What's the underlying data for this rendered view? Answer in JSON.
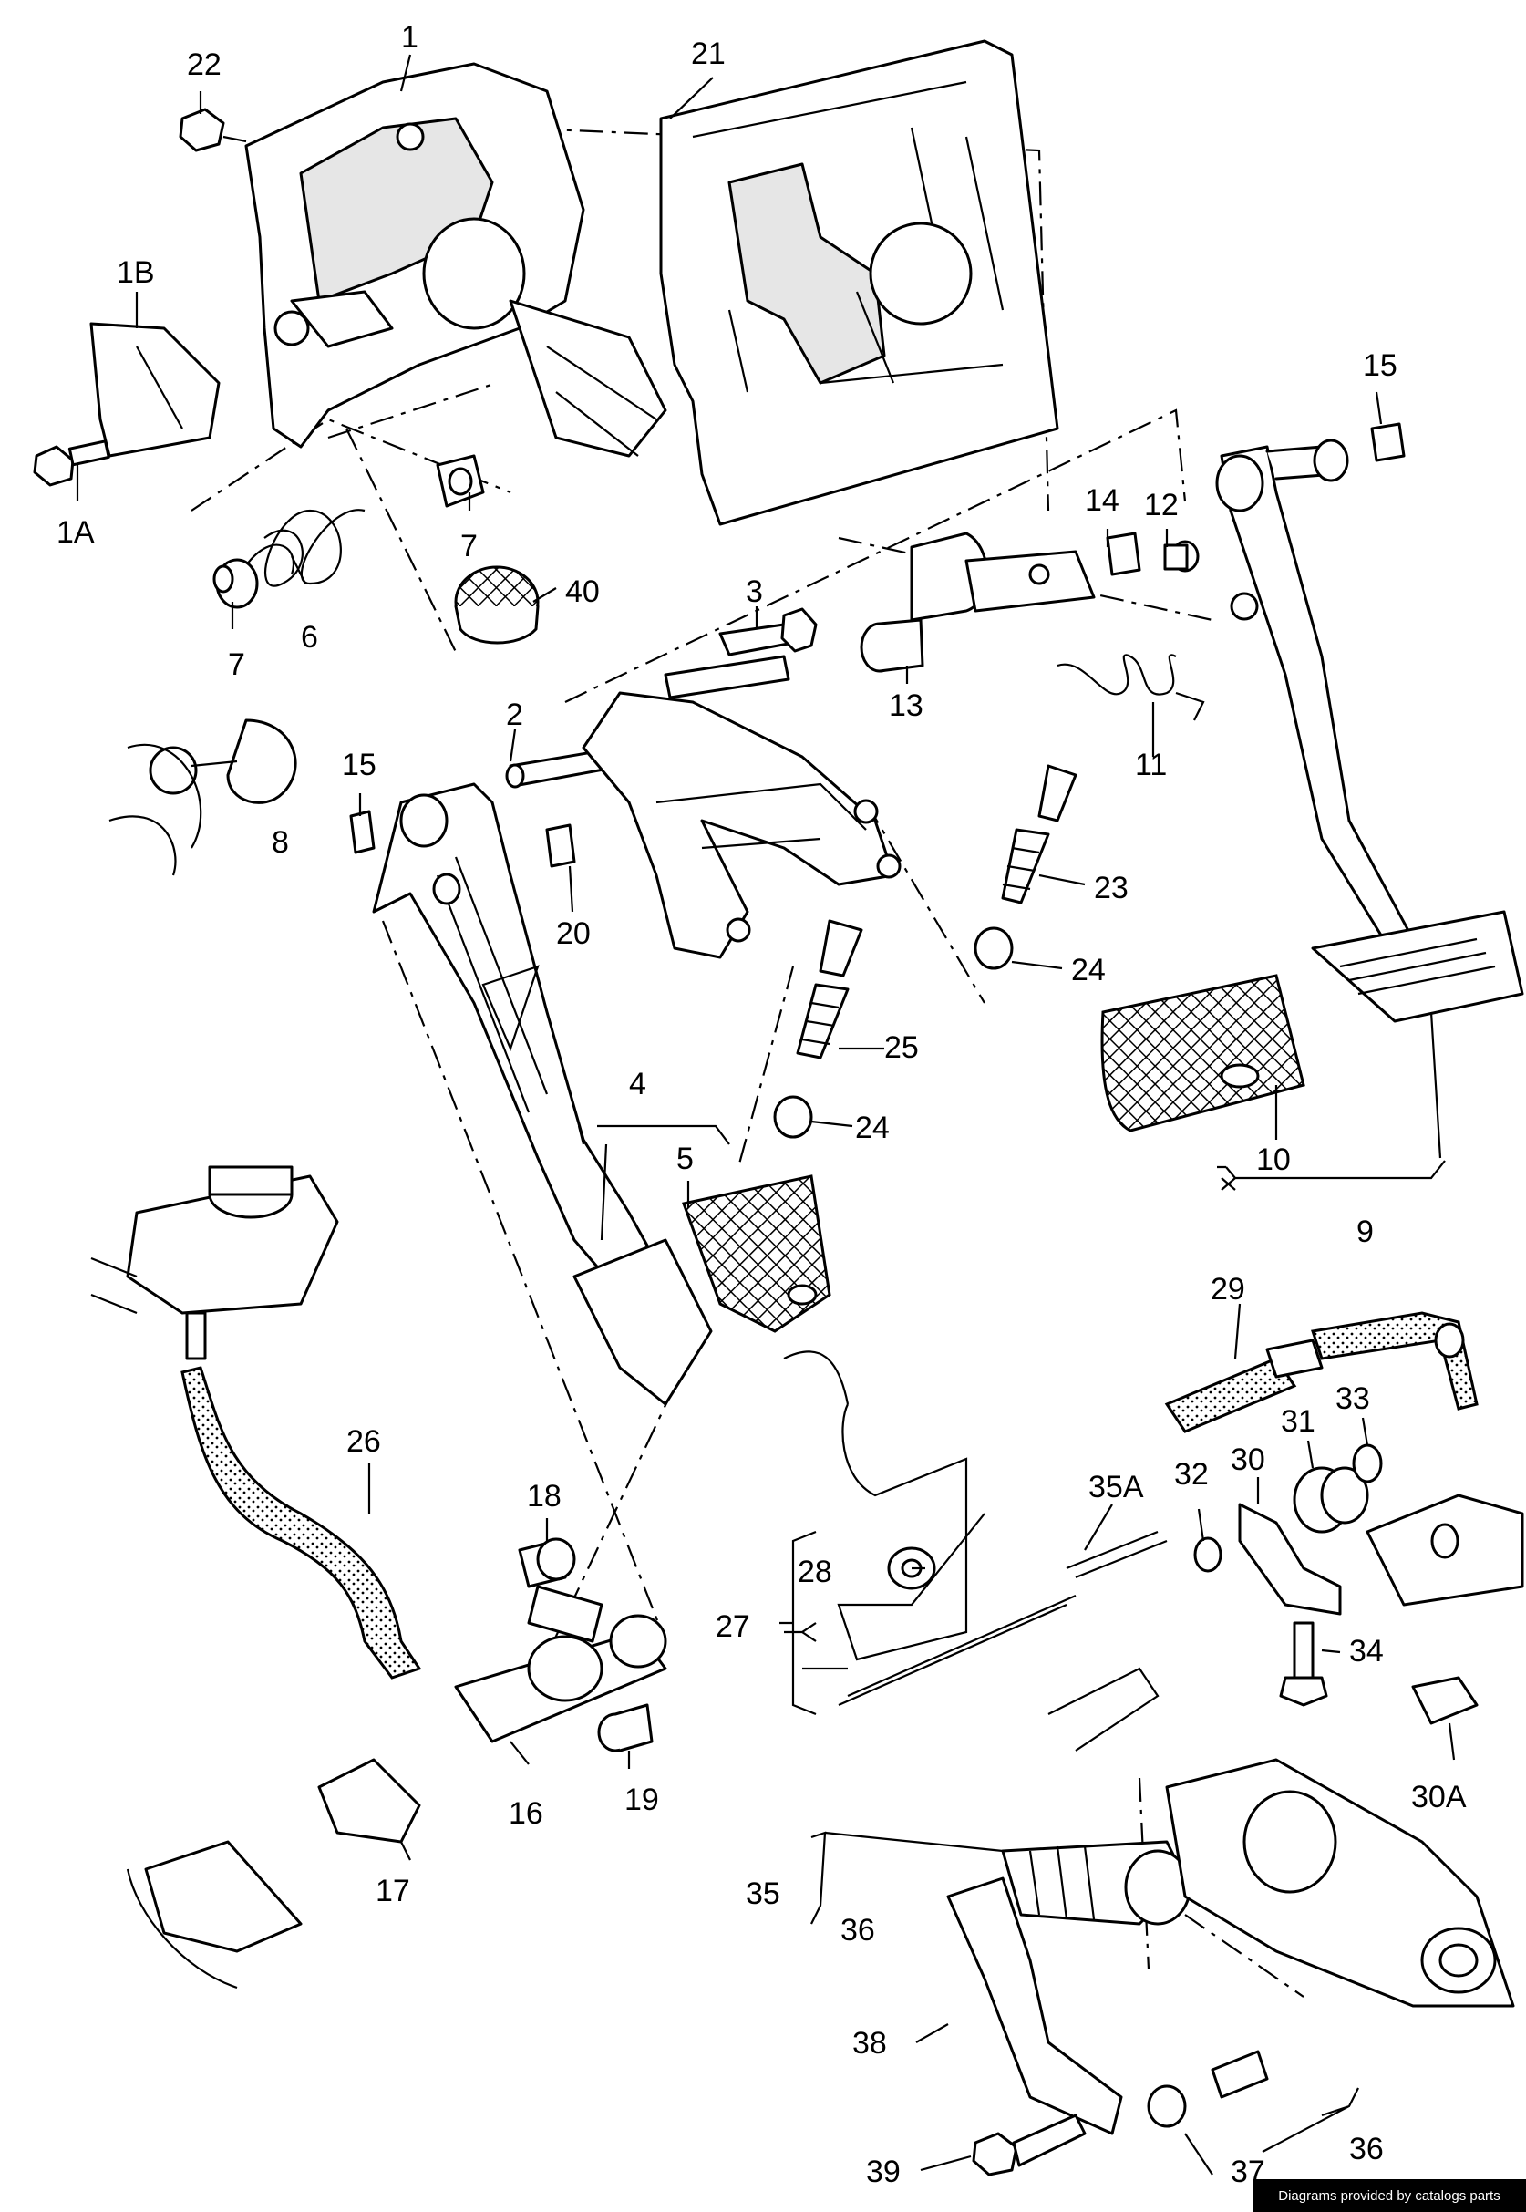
{
  "footer": {
    "credit": "Diagrams provided by catalogs parts"
  },
  "labels": {
    "l1": "1",
    "l1A": "1A",
    "l1B": "1B",
    "l2": "2",
    "l3": "3",
    "l4": "4",
    "l5": "5",
    "l6": "6",
    "l7a": "7",
    "l7b": "7",
    "l8": "8",
    "l9": "9",
    "l10": "10",
    "l11": "11",
    "l12": "12",
    "l13": "13",
    "l14": "14",
    "l15a": "15",
    "l15b": "15",
    "l16": "16",
    "l17": "17",
    "l18": "18",
    "l19": "19",
    "l20": "20",
    "l21": "21",
    "l22": "22",
    "l23": "23",
    "l24a": "24",
    "l24b": "24",
    "l25": "25",
    "l26": "26",
    "l27": "27",
    "l28": "28",
    "l29": "29",
    "l30": "30",
    "l30A": "30A",
    "l31": "31",
    "l32": "32",
    "l33": "33",
    "l34": "34",
    "l35": "35",
    "l35A": "35A",
    "l36a": "36",
    "l36b": "36",
    "l37": "37",
    "l38": "38",
    "l39": "39",
    "l40": "40"
  }
}
